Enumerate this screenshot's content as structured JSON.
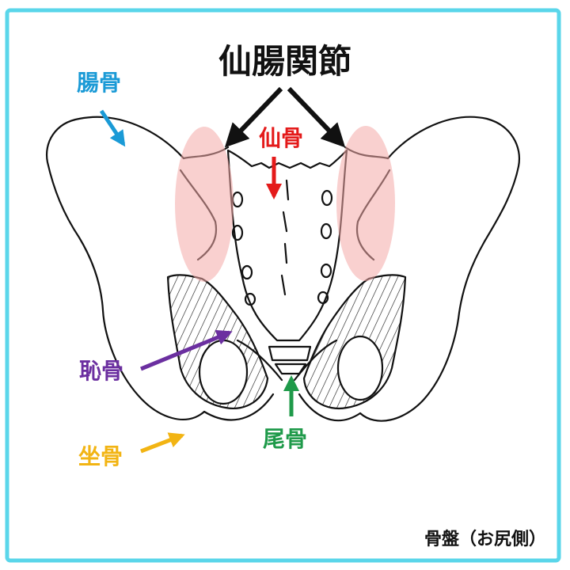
{
  "title": "仙腸関節",
  "caption": "骨盤（お尻側）",
  "labels": {
    "ilium": "腸骨",
    "sacrum": "仙骨",
    "pubis": "恥骨",
    "ischium": "坐骨",
    "coccyx": "尾骨"
  },
  "colors": {
    "frame": "#5ad6ea",
    "ilium": "#1a9ad6",
    "sacrum": "#e41a1a",
    "pubis": "#6b2fa0",
    "ischium": "#f2b413",
    "coccyx": "#1f9a4a",
    "joint_highlight": "#f4aaa8",
    "outline": "#111111"
  }
}
